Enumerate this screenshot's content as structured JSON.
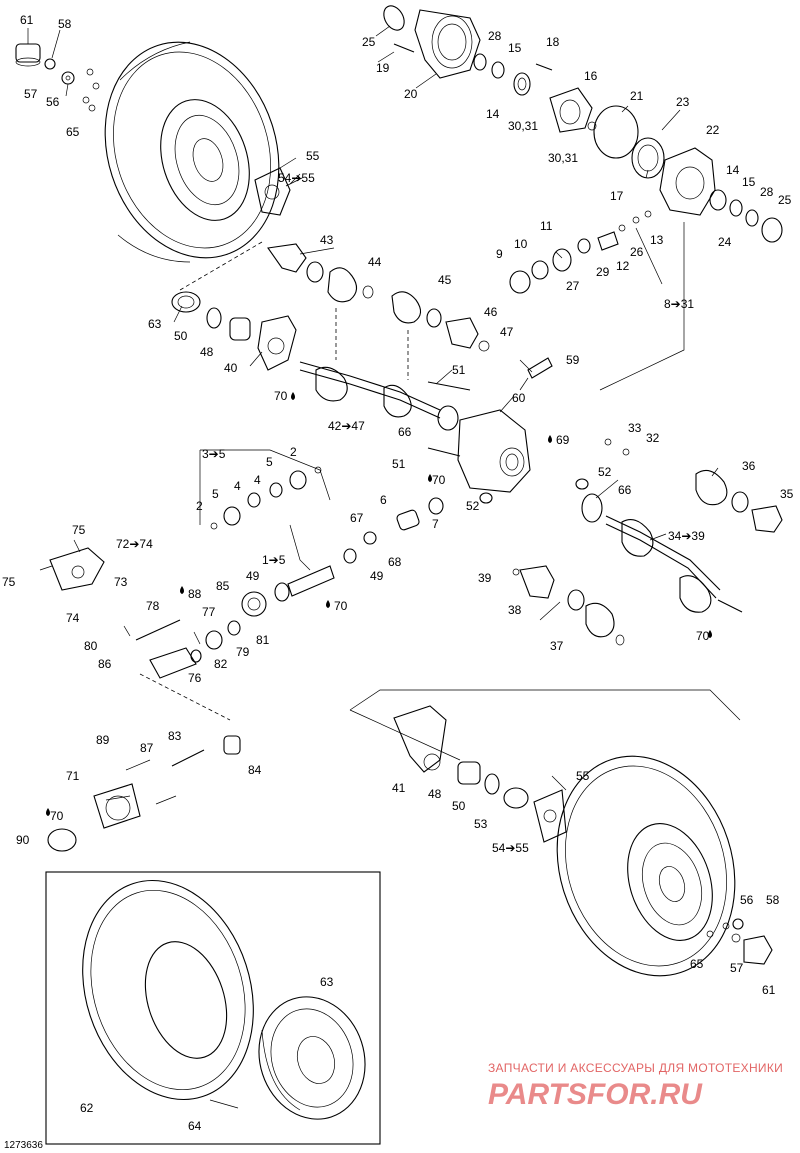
{
  "drawing_code": "1273636",
  "watermark": {
    "caption": "ЗАПЧАСТИ И АКСЕССУАРЫ ДЛЯ МОТОТЕХНИКИ",
    "brand": "PARTSFOR.RU"
  },
  "callouts": [
    {
      "id": "61a",
      "text": "61"
    },
    {
      "id": "58a",
      "text": "58"
    },
    {
      "id": "57a",
      "text": "57"
    },
    {
      "id": "56a",
      "text": "56"
    },
    {
      "id": "65a",
      "text": "65"
    },
    {
      "id": "55a",
      "text": "55"
    },
    {
      "id": "54a",
      "text": "54➔55"
    },
    {
      "id": "25a",
      "text": "25"
    },
    {
      "id": "19",
      "text": "19"
    },
    {
      "id": "20",
      "text": "20"
    },
    {
      "id": "28a",
      "text": "28"
    },
    {
      "id": "15a",
      "text": "15"
    },
    {
      "id": "18",
      "text": "18"
    },
    {
      "id": "14a",
      "text": "14"
    },
    {
      "id": "16",
      "text": "16"
    },
    {
      "id": "3031a",
      "text": "30,31"
    },
    {
      "id": "21",
      "text": "21"
    },
    {
      "id": "23",
      "text": "23"
    },
    {
      "id": "3031b",
      "text": "30,31"
    },
    {
      "id": "22",
      "text": "22"
    },
    {
      "id": "17",
      "text": "17"
    },
    {
      "id": "14b",
      "text": "14"
    },
    {
      "id": "15b",
      "text": "15"
    },
    {
      "id": "28b",
      "text": "28"
    },
    {
      "id": "25b",
      "text": "25"
    },
    {
      "id": "24",
      "text": "24"
    },
    {
      "id": "11",
      "text": "11"
    },
    {
      "id": "13",
      "text": "13"
    },
    {
      "id": "26",
      "text": "26"
    },
    {
      "id": "12",
      "text": "12"
    },
    {
      "id": "29",
      "text": "29"
    },
    {
      "id": "9",
      "text": "9"
    },
    {
      "id": "10",
      "text": "10"
    },
    {
      "id": "27",
      "text": "27"
    },
    {
      "id": "43",
      "text": "43"
    },
    {
      "id": "44",
      "text": "44"
    },
    {
      "id": "45",
      "text": "45"
    },
    {
      "id": "46",
      "text": "46"
    },
    {
      "id": "47",
      "text": "47"
    },
    {
      "id": "831",
      "text": "8➔31"
    },
    {
      "id": "63a",
      "text": "63"
    },
    {
      "id": "50a",
      "text": "50"
    },
    {
      "id": "48a",
      "text": "48"
    },
    {
      "id": "40",
      "text": "40"
    },
    {
      "id": "59",
      "text": "59"
    },
    {
      "id": "70a",
      "text": "70"
    },
    {
      "id": "51a",
      "text": "51"
    },
    {
      "id": "60",
      "text": "60"
    },
    {
      "id": "4247",
      "text": "42➔47"
    },
    {
      "id": "66a",
      "text": "66"
    },
    {
      "id": "69",
      "text": "69"
    },
    {
      "id": "33",
      "text": "33"
    },
    {
      "id": "32",
      "text": "32"
    },
    {
      "id": "35a",
      "text": "3➔5"
    },
    {
      "id": "2a",
      "text": "2"
    },
    {
      "id": "5a",
      "text": "5"
    },
    {
      "id": "4a",
      "text": "4"
    },
    {
      "id": "5b",
      "text": "5"
    },
    {
      "id": "4b",
      "text": "4"
    },
    {
      "id": "2b",
      "text": "2"
    },
    {
      "id": "51b",
      "text": "51"
    },
    {
      "id": "70b",
      "text": "70"
    },
    {
      "id": "52a",
      "text": "52"
    },
    {
      "id": "36",
      "text": "36"
    },
    {
      "id": "6",
      "text": "6"
    },
    {
      "id": "52b",
      "text": "52"
    },
    {
      "id": "66b",
      "text": "66"
    },
    {
      "id": "35",
      "text": "35"
    },
    {
      "id": "7",
      "text": "7"
    },
    {
      "id": "67",
      "text": "67"
    },
    {
      "id": "3439",
      "text": "34➔39"
    },
    {
      "id": "75a",
      "text": "75"
    },
    {
      "id": "7274",
      "text": "72➔74"
    },
    {
      "id": "68",
      "text": "68"
    },
    {
      "id": "15c",
      "text": "1➔5"
    },
    {
      "id": "75b",
      "text": "75"
    },
    {
      "id": "73",
      "text": "73"
    },
    {
      "id": "88",
      "text": "88"
    },
    {
      "id": "85",
      "text": "85"
    },
    {
      "id": "49a",
      "text": "49"
    },
    {
      "id": "49b",
      "text": "49"
    },
    {
      "id": "70c",
      "text": "70"
    },
    {
      "id": "39",
      "text": "39"
    },
    {
      "id": "38",
      "text": "38"
    },
    {
      "id": "74",
      "text": "74"
    },
    {
      "id": "78",
      "text": "78"
    },
    {
      "id": "77",
      "text": "77"
    },
    {
      "id": "81",
      "text": "81"
    },
    {
      "id": "80",
      "text": "80"
    },
    {
      "id": "82",
      "text": "82"
    },
    {
      "id": "79",
      "text": "79"
    },
    {
      "id": "37",
      "text": "37"
    },
    {
      "id": "70d",
      "text": "70"
    },
    {
      "id": "86",
      "text": "86"
    },
    {
      "id": "76",
      "text": "76"
    },
    {
      "id": "89",
      "text": "89"
    },
    {
      "id": "87",
      "text": "87"
    },
    {
      "id": "83",
      "text": "83"
    },
    {
      "id": "84",
      "text": "84"
    },
    {
      "id": "71",
      "text": "71"
    },
    {
      "id": "41",
      "text": "41"
    },
    {
      "id": "48b",
      "text": "48"
    },
    {
      "id": "50b",
      "text": "50"
    },
    {
      "id": "53",
      "text": "53"
    },
    {
      "id": "55b",
      "text": "55"
    },
    {
      "id": "5455b",
      "text": "54➔55"
    },
    {
      "id": "70e",
      "text": "70"
    },
    {
      "id": "90",
      "text": "90"
    },
    {
      "id": "56b",
      "text": "56"
    },
    {
      "id": "58b",
      "text": "58"
    },
    {
      "id": "65b",
      "text": "65"
    },
    {
      "id": "57b",
      "text": "57"
    },
    {
      "id": "61b",
      "text": "61"
    },
    {
      "id": "63b",
      "text": "63"
    },
    {
      "id": "62",
      "text": "62"
    },
    {
      "id": "64",
      "text": "64"
    }
  ]
}
